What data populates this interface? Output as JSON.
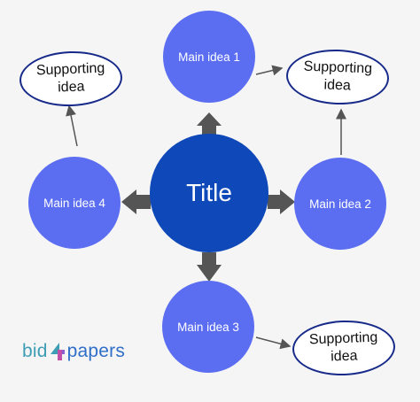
{
  "diagram": {
    "title": "Title",
    "main_ideas": [
      "Main idea 1",
      "Main idea 2",
      "Main idea 3",
      "Main idea 4"
    ],
    "supporting_ideas": [
      "Supporting idea",
      "Supporting idea",
      "Supporting idea"
    ]
  },
  "logo": {
    "part1": "bid",
    "part2": "papers"
  },
  "colors": {
    "main_idea": "#5b6ef2",
    "title": "#0f48b8",
    "arrow": "#555555",
    "support_border": "#172a8a",
    "logo_a": "#3c9db5",
    "logo_b": "#2f6ec9"
  }
}
